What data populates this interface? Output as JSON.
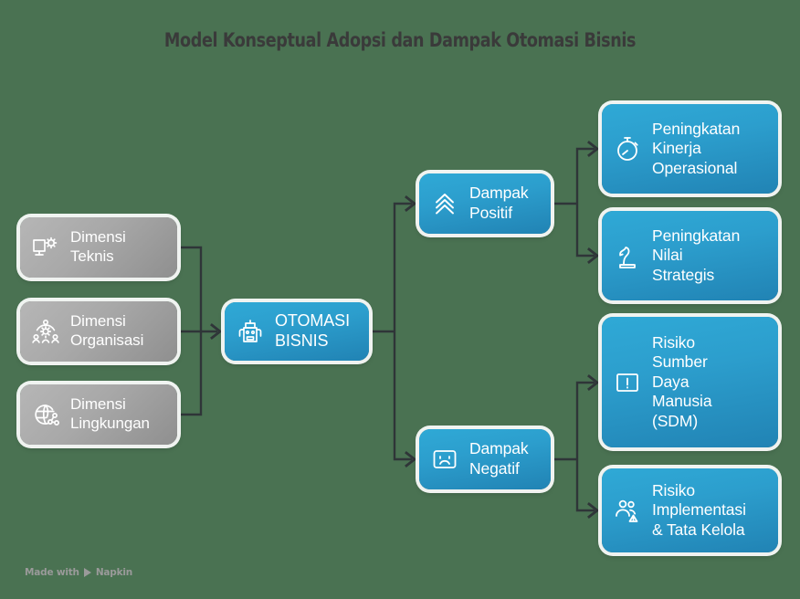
{
  "diagram": {
    "title": "Model Konseptual Adopsi dan Dampak Otomasi Bisnis",
    "background_color": "#4a7252",
    "title_color": "#3a3a3a",
    "accent_blue": "#2c9ecd",
    "accent_gray": "#a8a8a8",
    "connector_color": "#2f3538"
  },
  "inputs": [
    {
      "id": "dimensi-teknis",
      "label": "Dimensi\nTeknis",
      "icon": "monitor-gear-icon",
      "color": "#a8a8a8"
    },
    {
      "id": "dimensi-organisasi",
      "label": "Dimensi\nOrganisasi",
      "icon": "people-gear-icon",
      "color": "#a8a8a8"
    },
    {
      "id": "dimensi-lingkungan",
      "label": "Dimensi\nLingkungan",
      "icon": "globe-network-icon",
      "color": "#a8a8a8"
    }
  ],
  "center": {
    "id": "otomasi-bisnis",
    "label": "OTOMASI\nBISNIS",
    "icon": "robot-icon",
    "color": "#2c9ecd"
  },
  "impacts": [
    {
      "id": "dampak-positif",
      "label": "Dampak\nPositif",
      "icon": "chevrons-up-icon",
      "color": "#2c9ecd"
    },
    {
      "id": "dampak-negatif",
      "label": "Dampak\nNegatif",
      "icon": "sad-face-icon",
      "color": "#2c9ecd"
    }
  ],
  "outcomes": {
    "positive": [
      {
        "id": "kinerja-operasional",
        "label": "Peningkatan\nKinerja\nOperasional",
        "icon": "stopwatch-icon",
        "color": "#2c9ecd"
      },
      {
        "id": "nilai-strategis",
        "label": "Peningkatan\nNilai\nStrategis",
        "icon": "chess-knight-icon",
        "color": "#2c9ecd"
      }
    ],
    "negative": [
      {
        "id": "risiko-sdm",
        "label": "Risiko\nSumber\nDaya\nManusia\n(SDM)",
        "icon": "exclamation-box-icon",
        "color": "#2c9ecd"
      },
      {
        "id": "risiko-implementasi",
        "label": "Risiko\nImplementasi\n& Tata Kelola",
        "icon": "people-warning-icon",
        "color": "#2c9ecd"
      }
    ]
  },
  "watermark": {
    "prefix": "Made with",
    "brand": "Napkin"
  }
}
